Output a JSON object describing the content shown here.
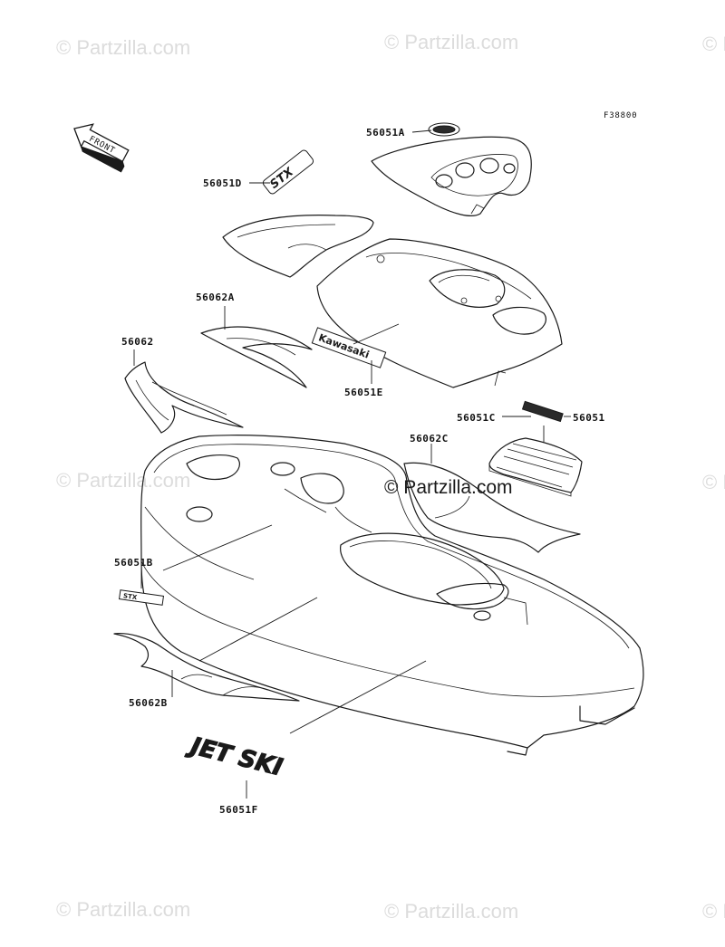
{
  "diagram": {
    "figure_code": "F38800",
    "front_label": "FRONT",
    "watermark_text": "© Partzilla.com",
    "center_watermark_text": "© Partzilla.com",
    "decal_texts": {
      "kawasaki": "Kawasaki",
      "jetski": "JET SKI",
      "stx": "STX"
    },
    "labels": {
      "p56051A": "56051A",
      "p56051D": "56051D",
      "p56062A": "56062A",
      "p56062": "56062",
      "p56051E": "56051E",
      "p56051C": "56051C",
      "p56051": "56051",
      "p56062C": "56062C",
      "p56051B": "56051B",
      "p56062B": "56062B",
      "p56051F": "56051F"
    }
  }
}
